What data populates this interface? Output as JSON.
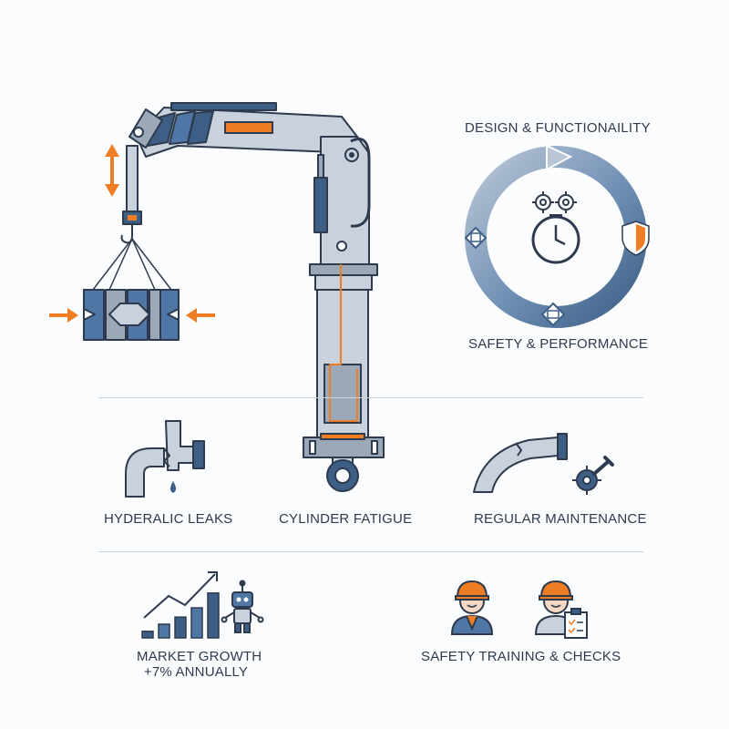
{
  "labels": {
    "design": "DESIGN & FUNCTIONAILITY",
    "safety_performance": "SAFETY & PERFORMANCE",
    "leaks": "HYDERALIC LEAKS",
    "fatigue": "CYLINDER FATIGUE",
    "maintenance": "REGULAR MAINTENANCE",
    "market_line1": "MARKET GROWTH",
    "market_line2": "+7% ANNUALLY",
    "training": "SAFETY TRAINING & CHECKS"
  },
  "market": {
    "bar_levels": [
      0.12,
      0.25,
      0.38,
      0.55,
      0.82
    ]
  },
  "colors": {
    "steel_light": "#c9d1dc",
    "steel_mid": "#9aa8b8",
    "steel_dark": "#3d5f86",
    "outline": "#2e3b4e",
    "accent_orange": "#ef7d23",
    "blue": "#4f76a4"
  },
  "icons": [
    "up-down-arrow-icon",
    "hook-icon",
    "compression-arrow-icon",
    "gears-icon",
    "clock-icon",
    "shield-icon",
    "pipe-icon",
    "water-drop-icon",
    "wrench-gear-icon",
    "growth-chart-icon",
    "robot-icon",
    "worker-icon",
    "checklist-icon"
  ]
}
